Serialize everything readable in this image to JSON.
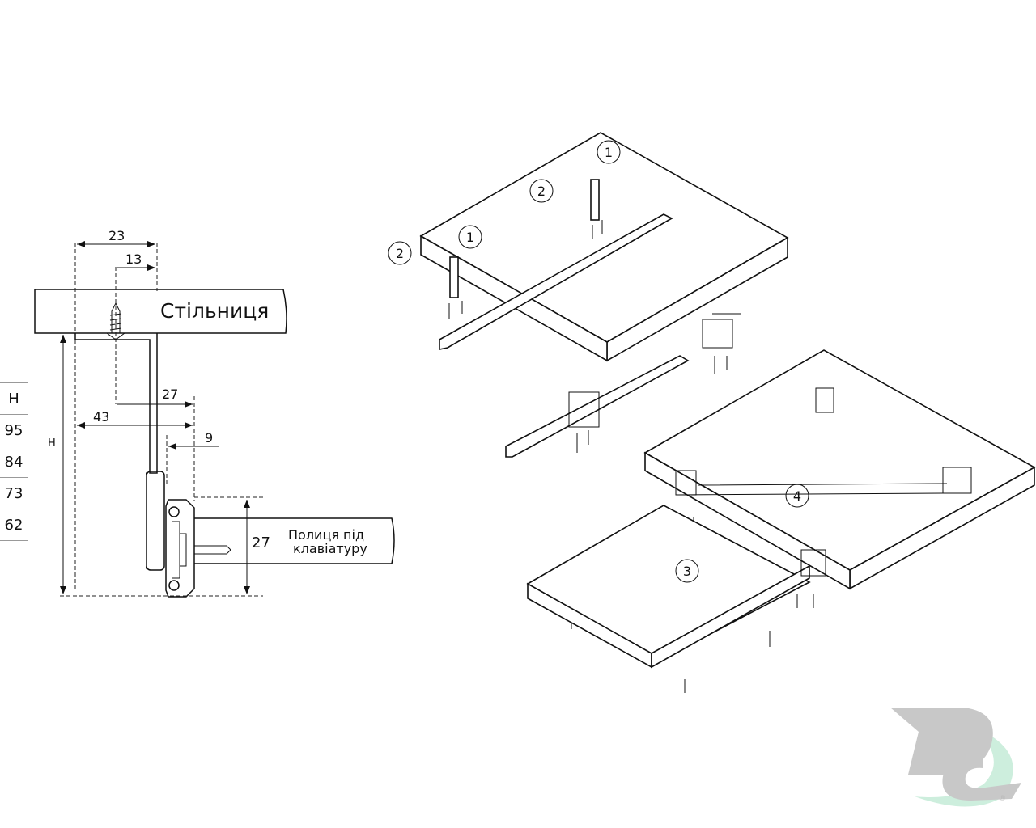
{
  "section_view": {
    "dimensions": {
      "d23": "23",
      "d13": "13",
      "d27_top": "27",
      "d43": "43",
      "d9": "9",
      "d27_side": "27",
      "height_label": "H"
    },
    "countertop_label": "Стільниця",
    "shelf_label_line1": "Полиця під",
    "shelf_label_line2": "клавіатуру"
  },
  "height_table": {
    "header": "H",
    "values": [
      "95",
      "84",
      "73",
      "62"
    ]
  },
  "steps": {
    "s1a": "1",
    "s2a": "2",
    "s1b": "1",
    "s2b": "2",
    "s3": "3",
    "s4": "4"
  },
  "logo": {
    "text": "DC",
    "mark": "®",
    "gray": "#c8c8c8",
    "green": "#cdeedd"
  }
}
